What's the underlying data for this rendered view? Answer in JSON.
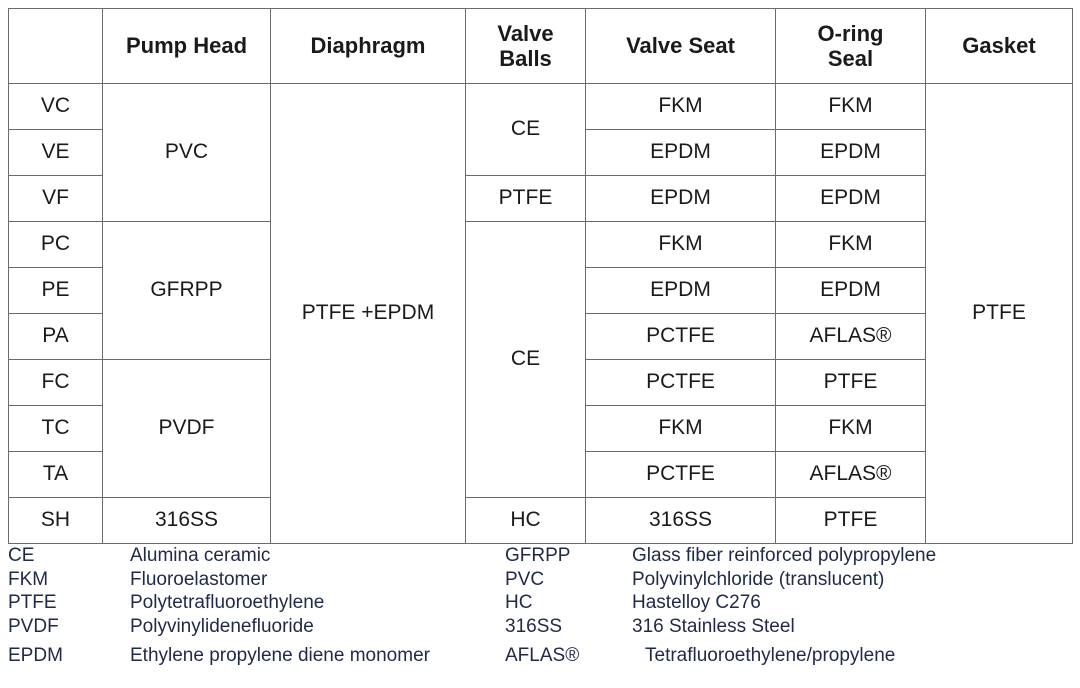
{
  "table": {
    "columns": [
      {
        "key": "code",
        "label": ""
      },
      {
        "key": "pump",
        "label": "Pump Head"
      },
      {
        "key": "diaph",
        "label": "Diaphragm"
      },
      {
        "key": "balls",
        "label": "Valve Balls"
      },
      {
        "key": "seat",
        "label": "Valve Seat"
      },
      {
        "key": "oring",
        "label": "O-ring Seal"
      },
      {
        "key": "gasket",
        "label": "Gasket"
      }
    ],
    "header": {
      "empty": "",
      "pump_head": "Pump Head",
      "diaphragm": "Diaphragm",
      "valve_balls_line1": "Valve",
      "valve_balls_line2": "Balls",
      "valve_seat": "Valve Seat",
      "oring_seal_line1": "O-ring",
      "oring_seal_line2": "Seal",
      "gasket": "Gasket"
    },
    "codes": [
      "VC",
      "VE",
      "VF",
      "PC",
      "PE",
      "PA",
      "FC",
      "TC",
      "TA",
      "SH"
    ],
    "pump_head_groups": [
      {
        "value": "PVC",
        "rows": 3
      },
      {
        "value": "GFRPP",
        "rows": 3
      },
      {
        "value": "PVDF",
        "rows": 3
      },
      {
        "value": "316SS",
        "rows": 1
      }
    ],
    "diaphragm_groups": [
      {
        "value": "PTFE +EPDM",
        "rows": 10
      }
    ],
    "valve_balls_groups": [
      {
        "value": "CE",
        "rows": 2
      },
      {
        "value": "PTFE",
        "rows": 1
      },
      {
        "value": "CE",
        "rows": 6
      },
      {
        "value": "HC",
        "rows": 1
      }
    ],
    "valve_seat": [
      "FKM",
      "EPDM",
      "EPDM",
      "FKM",
      "EPDM",
      "PCTFE",
      "PCTFE",
      "FKM",
      "PCTFE",
      "316SS"
    ],
    "oring_seal": [
      "FKM",
      "EPDM",
      "EPDM",
      "FKM",
      "EPDM",
      "AFLAS®",
      "PTFE",
      "FKM",
      "AFLAS®",
      "PTFE"
    ],
    "gasket_groups": [
      {
        "value": "PTFE",
        "rows": 10
      }
    ]
  },
  "legend": {
    "left": [
      {
        "abbr": "CE",
        "desc": "Alumina ceramic"
      },
      {
        "abbr": "FKM",
        "desc": "Fluoroelastomer"
      },
      {
        "abbr": "PTFE",
        "desc": "Polytetrafluoroethylene"
      },
      {
        "abbr": "PVDF",
        "desc": "Polyvinylidenefluoride"
      },
      {
        "abbr": "EPDM",
        "desc": "Ethylene propylene diene monomer"
      }
    ],
    "right": [
      {
        "abbr": "GFRPP",
        "desc": "Glass fiber reinforced polypropylene"
      },
      {
        "abbr": "PVC",
        "desc": "Polyvinylchloride (translucent)"
      },
      {
        "abbr": "HC",
        "desc": "Hastelloy C276"
      },
      {
        "abbr": "316SS",
        "desc": "316 Stainless Steel"
      },
      {
        "abbr": "AFLAS®",
        "desc": "Tetrafluoroethylene/propylene"
      }
    ]
  },
  "colors": {
    "border": "#6a6a6a",
    "table_text": "#1a1a1a",
    "legend_text": "#1e2a47",
    "background": "#ffffff"
  }
}
